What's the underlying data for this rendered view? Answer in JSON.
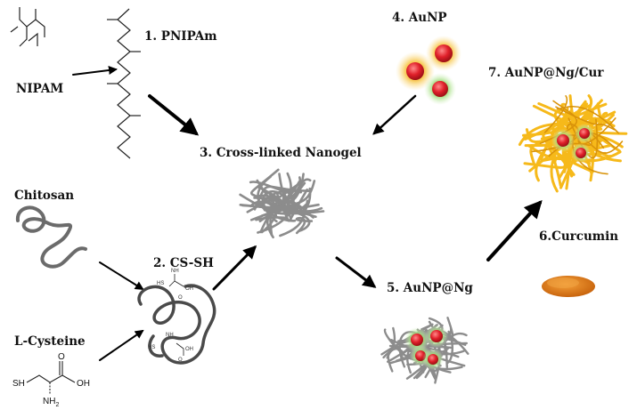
{
  "labels": {
    "nipam": "NIPAM",
    "pnipam": "1. PNIPAm",
    "cs_sh": "2. CS-SH",
    "nanogel": "3. Cross-linked Nanogel",
    "aunp": "4. AuNP",
    "aunp_ng": "5. AuNP@Ng",
    "curcumin": "6.Curcumin",
    "aunp_ng_cur": "7. AuNP@Ng/Cur",
    "chitosan": "Chitosan",
    "l_cysteine": "L-Cysteine"
  },
  "chem": {
    "sh": "SH",
    "oh": "OH",
    "o": "O",
    "nh2": "NH",
    "nh2_sub": "2",
    "cs_sh_sh": "HS",
    "cs_sh_nh": "NH",
    "cs_sh_oh": "OH",
    "cs_sh_o": "O",
    "cs_sh_oh2": "OH",
    "cs_sh_hs": "HS",
    "cs_sh_nh2": "NH",
    "cs_sh_o2": "O",
    "cs_sh_oh3": "OH"
  },
  "colors": {
    "gold": "#f6b91a",
    "gold_dark": "#d9930a",
    "gray_gel": "#8c8c8c",
    "red_np": "#e0202a",
    "glow_green": "#b6e39a",
    "curcumin": "#e58a1b",
    "arrow": "#000000"
  }
}
